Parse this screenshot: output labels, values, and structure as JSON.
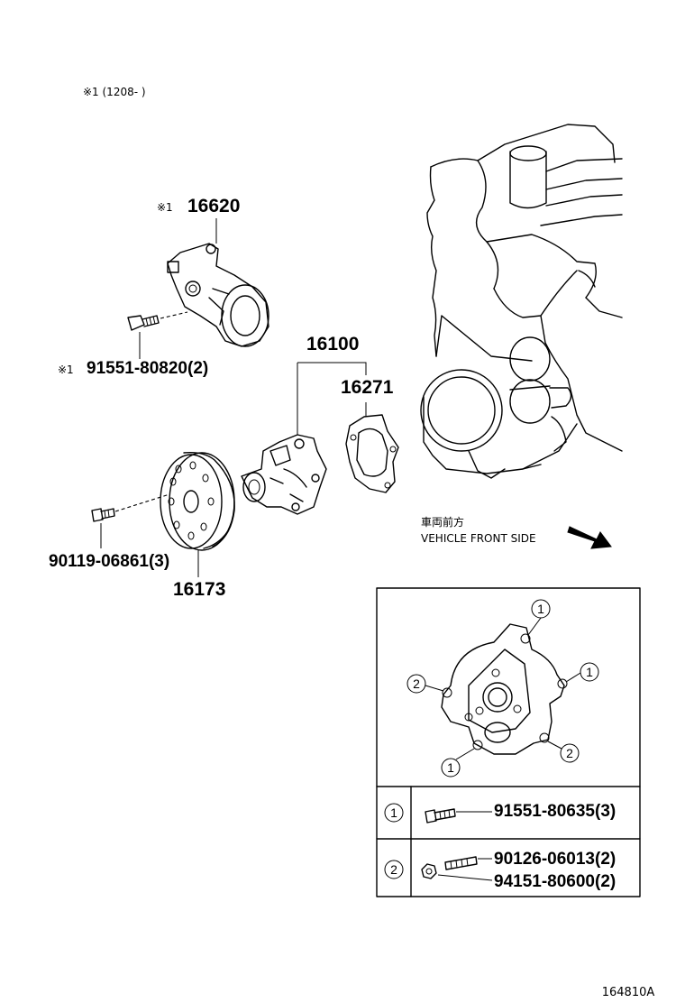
{
  "note_header": "※1 (1208-      )",
  "callouts": {
    "tensioner": {
      "mark": "※1",
      "part": "16620"
    },
    "tensioner_bolt": {
      "mark": "※1",
      "part": "91551-80820(2)"
    },
    "water_pump": "16100",
    "gasket": "16271",
    "pulley_bolt": "90119-06861(3)",
    "pulley": "16173"
  },
  "direction": {
    "jp": "車両前方",
    "en": "VEHICLE FRONT SIDE"
  },
  "inset": {
    "markers": [
      "1",
      "2"
    ],
    "legend": [
      {
        "ref": "1",
        "parts": [
          "91551-80635(3)"
        ]
      },
      {
        "ref": "2",
        "parts": [
          "90126-06013(2)",
          "94151-80600(2)"
        ]
      }
    ]
  },
  "figure_id": "164810A"
}
